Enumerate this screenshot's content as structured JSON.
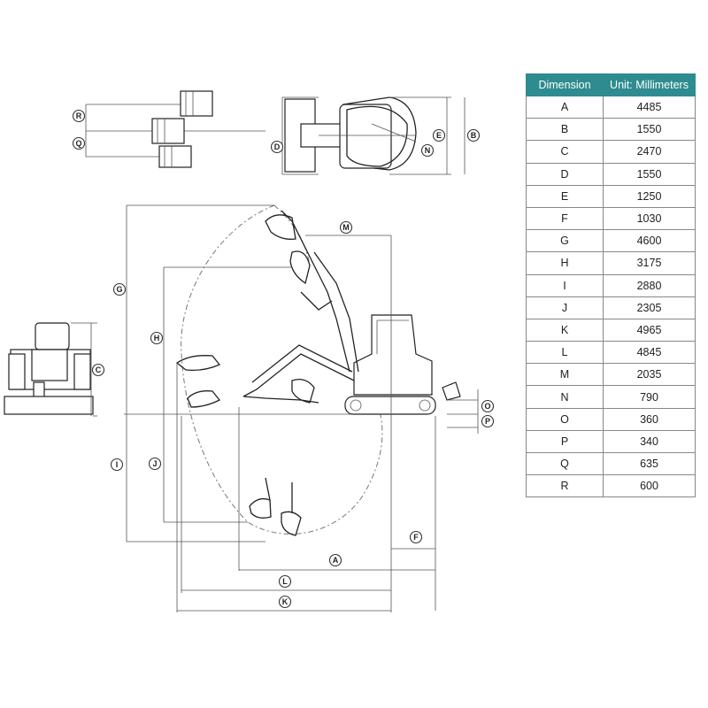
{
  "table": {
    "header_dimension": "Dimension",
    "header_unit": "Unit: Millimeters",
    "rows": [
      {
        "dim": "A",
        "value": "4485"
      },
      {
        "dim": "B",
        "value": "1550"
      },
      {
        "dim": "C",
        "value": "2470"
      },
      {
        "dim": "D",
        "value": "1550"
      },
      {
        "dim": "E",
        "value": "1250"
      },
      {
        "dim": "F",
        "value": "1030"
      },
      {
        "dim": "G",
        "value": "4600"
      },
      {
        "dim": "H",
        "value": "3175"
      },
      {
        "dim": "I",
        "value": "2880"
      },
      {
        "dim": "J",
        "value": "2305"
      },
      {
        "dim": "K",
        "value": "4965"
      },
      {
        "dim": "L",
        "value": "4845"
      },
      {
        "dim": "M",
        "value": "2035"
      },
      {
        "dim": "N",
        "value": "790"
      },
      {
        "dim": "O",
        "value": "360"
      },
      {
        "dim": "P",
        "value": "340"
      },
      {
        "dim": "Q",
        "value": "635"
      },
      {
        "dim": "R",
        "value": "600"
      }
    ]
  },
  "labels": {
    "A": "A",
    "B": "B",
    "C": "C",
    "D": "D",
    "E": "E",
    "F": "F",
    "G": "G",
    "H": "H",
    "I": "I",
    "J": "J",
    "K": "K",
    "L": "L",
    "M": "M",
    "N": "N",
    "O": "O",
    "P": "P",
    "Q": "Q",
    "R": "R"
  },
  "colors": {
    "table_header": "#2e8b8f",
    "line": "#333333"
  }
}
